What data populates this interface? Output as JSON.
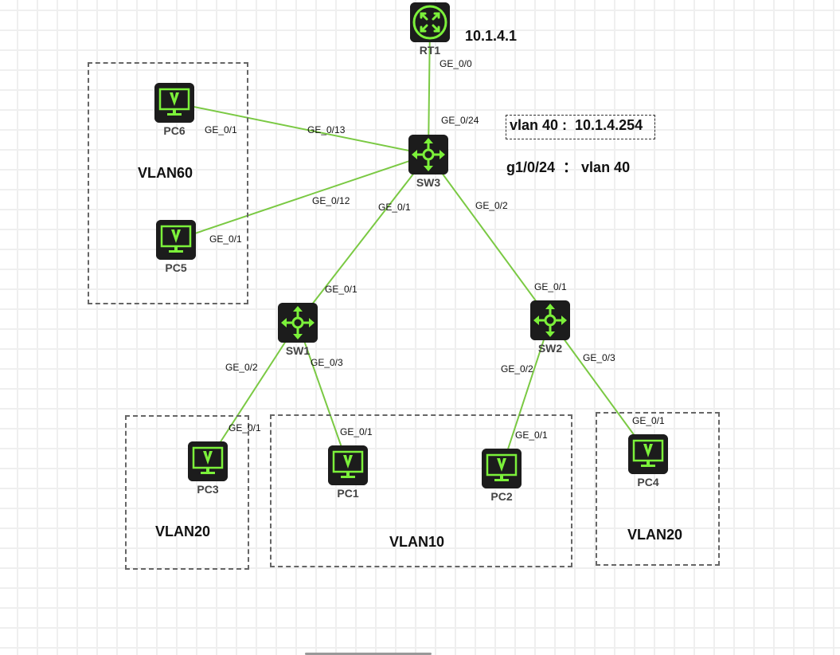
{
  "diagram": {
    "title": "",
    "colors": {
      "link": "#7ac943",
      "device_glyph": "#7cf13a",
      "device_body": "#1a1a1a",
      "group_border": "#666666"
    },
    "nodes": [
      {
        "id": "RT1",
        "label": "RT1",
        "type": "router"
      },
      {
        "id": "SW3",
        "label": "SW3",
        "type": "switch"
      },
      {
        "id": "SW1",
        "label": "SW1",
        "type": "switch"
      },
      {
        "id": "SW2",
        "label": "SW2",
        "type": "switch"
      },
      {
        "id": "PC1",
        "label": "PC1",
        "type": "pc"
      },
      {
        "id": "PC2",
        "label": "PC2",
        "type": "pc"
      },
      {
        "id": "PC3",
        "label": "PC3",
        "type": "pc"
      },
      {
        "id": "PC4",
        "label": "PC4",
        "type": "pc"
      },
      {
        "id": "PC5",
        "label": "PC5",
        "type": "pc"
      },
      {
        "id": "PC6",
        "label": "PC6",
        "type": "pc"
      }
    ],
    "links": [
      {
        "from": "RT1",
        "to": "SW3",
        "from_port": "GE_0/0",
        "to_port": "GE_0/24"
      },
      {
        "from": "PC6",
        "to": "SW3",
        "from_port": "GE_0/1",
        "to_port": "GE_0/13"
      },
      {
        "from": "PC5",
        "to": "SW3",
        "from_port": "GE_0/1",
        "to_port": "GE_0/12"
      },
      {
        "from": "SW3",
        "to": "SW1",
        "from_port": "GE_0/1",
        "to_port": "GE_0/1"
      },
      {
        "from": "SW3",
        "to": "SW2",
        "from_port": "GE_0/2",
        "to_port": "GE_0/1"
      },
      {
        "from": "SW1",
        "to": "PC3",
        "from_port": "GE_0/2",
        "to_port": "GE_0/1"
      },
      {
        "from": "SW1",
        "to": "PC1",
        "from_port": "GE_0/3",
        "to_port": "GE_0/1"
      },
      {
        "from": "SW2",
        "to": "PC2",
        "from_port": "GE_0/2",
        "to_port": "GE_0/1"
      },
      {
        "from": "SW2",
        "to": "PC4",
        "from_port": "GE_0/3",
        "to_port": "GE_0/1"
      }
    ],
    "groups": [
      {
        "id": "vlan60",
        "label": "VLAN60",
        "members": [
          "PC6",
          "PC5"
        ]
      },
      {
        "id": "vlan20a",
        "label": "VLAN20",
        "members": [
          "PC3"
        ]
      },
      {
        "id": "vlan10",
        "label": "VLAN10",
        "members": [
          "PC1",
          "PC2"
        ]
      },
      {
        "id": "vlan20b",
        "label": "VLAN20",
        "members": [
          "PC4"
        ]
      }
    ],
    "annotations": {
      "rt1_ip": "10.1.4.1",
      "vlan40_ip": "vlan 40 :  10.1.4.254",
      "port_vlan": "g1/0/24  ： vlan 40"
    }
  }
}
